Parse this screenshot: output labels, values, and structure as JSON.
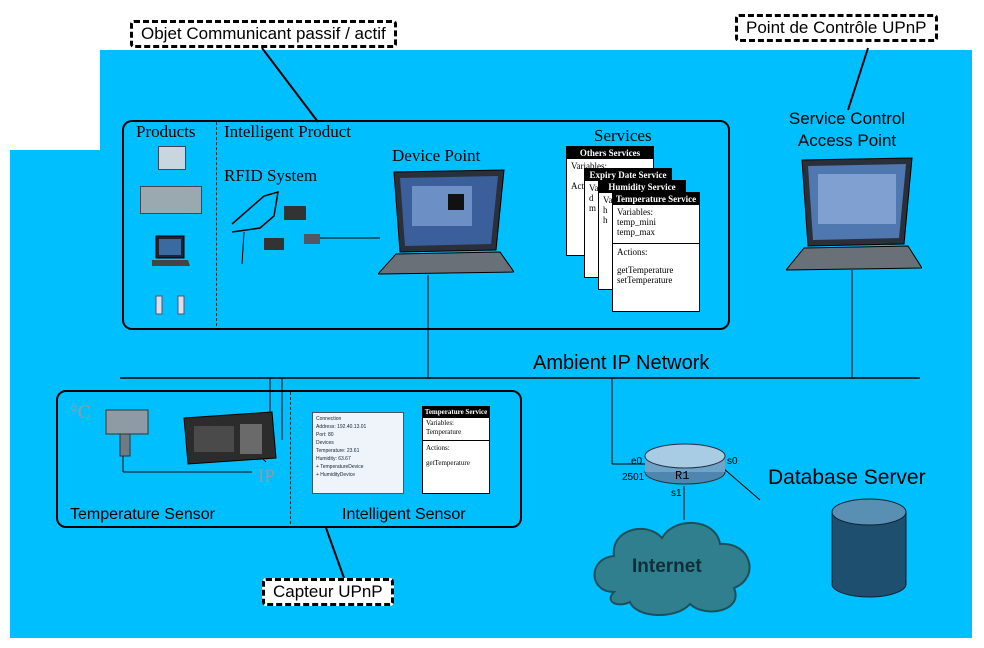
{
  "callouts": {
    "top_left": "Objet Communicant passif / actif",
    "top_right": "Point de Contrôle UPnP",
    "bottom": "Capteur UPnP"
  },
  "product_panel": {
    "products_title": "Products",
    "intelligent_product": "Intelligent Product",
    "rfid_system": "RFID System",
    "device_point": "Device Point",
    "services_title": "Services"
  },
  "services": [
    {
      "title": "Others Services",
      "lines": [
        "Variables:",
        "",
        "Actions:"
      ]
    },
    {
      "title": "Expiry Date Service",
      "lines": [
        "Va",
        "d",
        "m"
      ]
    },
    {
      "title": "Humidity Service",
      "lines": [
        "Va",
        "h",
        "h"
      ]
    },
    {
      "title": "Temperature Service",
      "lines": [
        "Variables:",
        "temp_mini",
        "temp_max",
        "",
        "Actions:",
        "",
        "getTemperature",
        "setTemperature"
      ]
    }
  ],
  "control_point": {
    "line1": "Service Control",
    "line2": "Access Point"
  },
  "network_label": "Ambient IP Network",
  "sensor_panel": {
    "celsius": "°C",
    "ip": "IP",
    "temperature_sensor": "Temperature Sensor",
    "intelligent_sensor": "Intelligent Sensor",
    "mini_service_title": "Temperature Service",
    "mini_service_lines": [
      "Variables:",
      "Temperature",
      "",
      "Actions:",
      "",
      "getTemperature"
    ],
    "window_lines": [
      "Connection",
      "Address: 192.40.13.01",
      "Port: 80",
      "Devices",
      "Temperature: 23.61",
      "Humidity: 63.67",
      "+ TemperatureDevice",
      "+ HumidityDevice"
    ]
  },
  "router": {
    "name": "R1",
    "e0": "e0",
    "s0": "s0",
    "s1": "s1",
    "port": "2501"
  },
  "internet_label": "Internet",
  "database_label": "Database Server",
  "colors": {
    "background": "#00bfff",
    "cloud": "#2f7f8f",
    "db": "#1e4f6e"
  }
}
